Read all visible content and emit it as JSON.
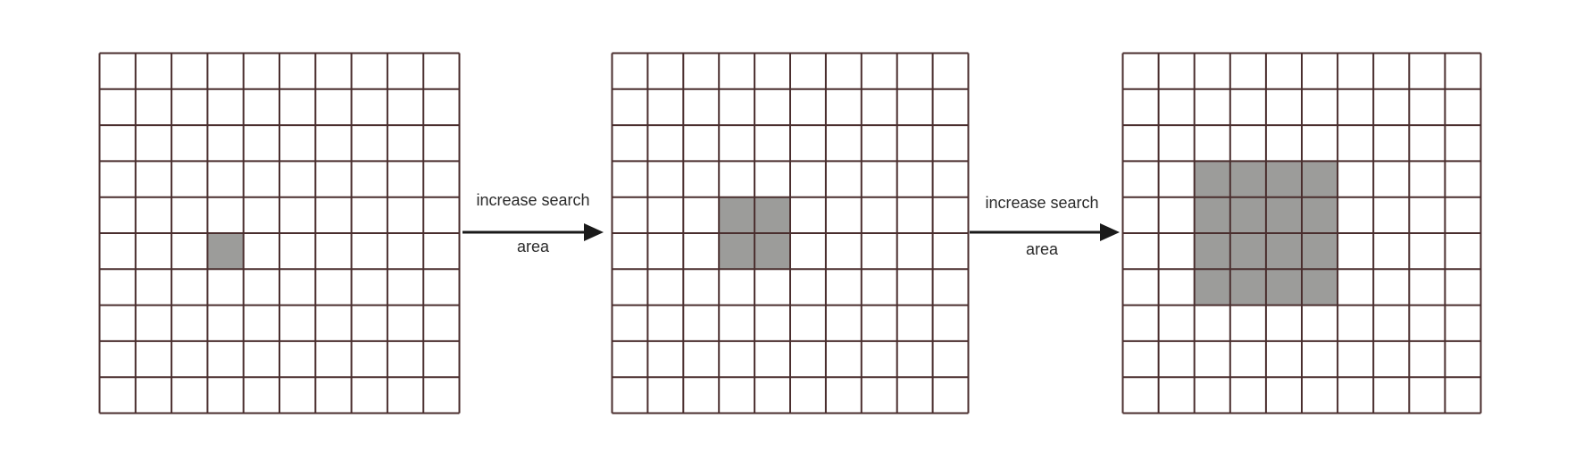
{
  "colors": {
    "background": "#ffffff",
    "grid_line": "#4a2e2e",
    "highlight": "#9c9c9a",
    "arrow": "#1a1a1a",
    "label_text": "#2a2a2a"
  },
  "grids": [
    {
      "rows": 10,
      "cols": 10,
      "highlight": {
        "row_start": 5,
        "col_start": 3,
        "rows": 1,
        "cols": 1
      }
    },
    {
      "rows": 10,
      "cols": 10,
      "highlight": {
        "row_start": 4,
        "col_start": 3,
        "rows": 2,
        "cols": 2
      }
    },
    {
      "rows": 10,
      "cols": 10,
      "highlight": {
        "row_start": 3,
        "col_start": 2,
        "rows": 4,
        "cols": 4
      }
    }
  ],
  "arrows": [
    {
      "label_line1": "increase search",
      "label_line2": "area"
    },
    {
      "label_line1": "increase search",
      "label_line2": "area"
    }
  ]
}
